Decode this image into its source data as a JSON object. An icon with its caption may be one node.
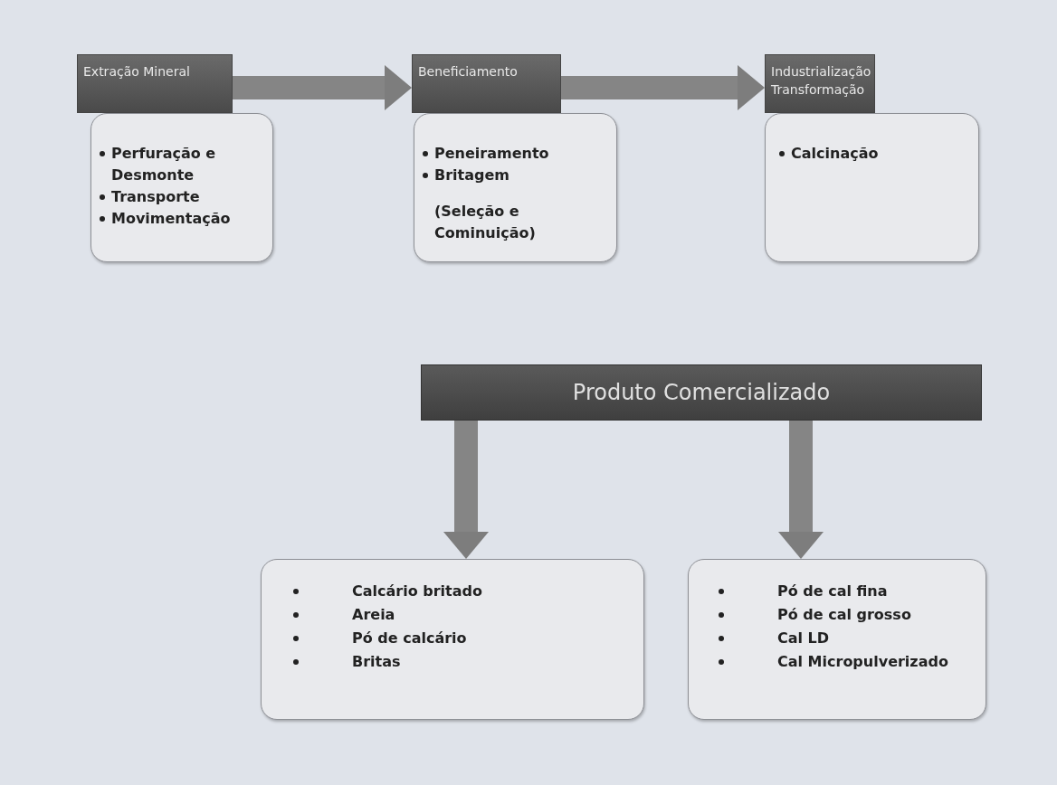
{
  "diagram": {
    "nodes": [
      {
        "text": [
          "Extração Mineral"
        ]
      },
      {
        "text": [
          "Perfuração e Desmonte",
          "Transporte",
          "Movimentação"
        ]
      },
      {
        "text": [
          "Beneficiamento"
        ]
      },
      {
        "text": [
          "Peneiramento",
          "Britagem",
          "(Seleção e Cominuição)"
        ]
      },
      {
        "text": [
          "Industrialização Transformação"
        ]
      },
      {
        "text": [
          "Calcinação"
        ]
      },
      {
        "text": [
          "Produto Comercializado"
        ]
      },
      {
        "text": [
          "Calcário britado",
          "Areia",
          "Pó de calcário",
          "Britas"
        ]
      },
      {
        "text": [
          "Pó de cal fina",
          "Pó de cal grosso",
          "Cal LD",
          "Cal Micropulverizado"
        ]
      }
    ],
    "edges": [
      {
        "from": 0,
        "to": 2,
        "arrow": "to"
      },
      {
        "from": 2,
        "to": 4,
        "arrow": "to"
      },
      {
        "from": 6,
        "to": 7,
        "arrow": "to"
      },
      {
        "from": 6,
        "to": 8,
        "arrow": "to"
      }
    ]
  }
}
